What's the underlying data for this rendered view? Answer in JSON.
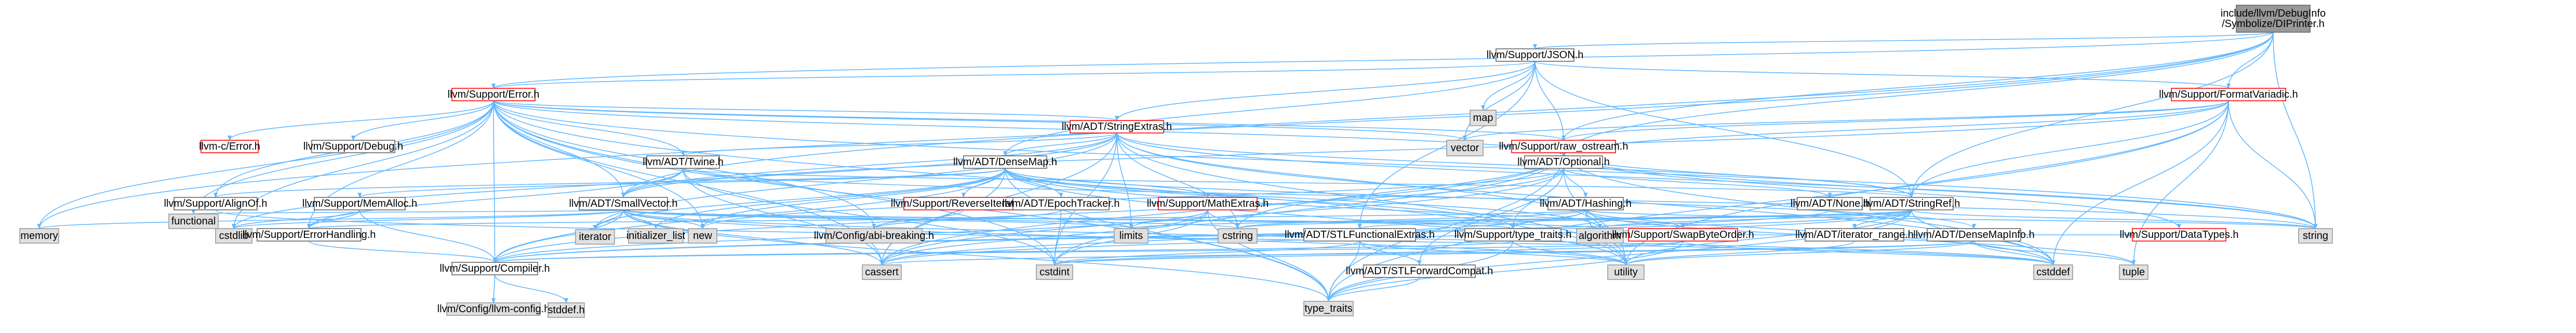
{
  "diagram": {
    "root": "include/llvm/DebugInfo/Symbolize/DIPrinter.h",
    "nodes": {
      "root": {
        "label": "include/llvm/DebugInfo\n/Symbolize/DIPrinter.h",
        "style": "root"
      },
      "json": {
        "label": "llvm/Support/JSON.h",
        "style": "internal"
      },
      "formatvariadic": {
        "label": "llvm/Support/FormatVariadic.h",
        "style": "partial"
      },
      "error": {
        "label": "llvm/Support/Error.h",
        "style": "partial"
      },
      "map": {
        "label": "map",
        "style": "system"
      },
      "vector": {
        "label": "vector",
        "style": "system"
      },
      "raw_ostream": {
        "label": "llvm/Support/raw_ostream.h",
        "style": "partial"
      },
      "stringextras": {
        "label": "llvm/ADT/StringExtras.h",
        "style": "partial"
      },
      "cerror": {
        "label": "llvm-c/Error.h",
        "style": "partial"
      },
      "debug": {
        "label": "llvm/Support/Debug.h",
        "style": "internal"
      },
      "twine": {
        "label": "llvm/ADT/Twine.h",
        "style": "internal"
      },
      "densemap": {
        "label": "llvm/ADT/DenseMap.h",
        "style": "internal"
      },
      "optional": {
        "label": "llvm/ADT/Optional.h",
        "style": "internal"
      },
      "aligno": {
        "label": "llvm/Support/AlignOf.h",
        "style": "internal"
      },
      "memalloc": {
        "label": "llvm/Support/MemAlloc.h",
        "style": "internal"
      },
      "smallvector": {
        "label": "llvm/ADT/SmallVector.h",
        "style": "internal"
      },
      "reverseiter": {
        "label": "llvm/Support/ReverseIteration.h",
        "style": "partial"
      },
      "epochtracker": {
        "label": "llvm/ADT/EpochTracker.h",
        "style": "internal"
      },
      "mathextras": {
        "label": "llvm/Support/MathExtras.h",
        "style": "partial"
      },
      "hashing": {
        "label": "llvm/ADT/Hashing.h",
        "style": "internal"
      },
      "none": {
        "label": "llvm/ADT/None.h",
        "style": "internal"
      },
      "stringref": {
        "label": "llvm/ADT/StringRef.h",
        "style": "internal"
      },
      "memory": {
        "label": "memory",
        "style": "system"
      },
      "functional": {
        "label": "functional",
        "style": "system"
      },
      "cstdlib": {
        "label": "cstdlib",
        "style": "system"
      },
      "errorhandling": {
        "label": "llvm/Support/ErrorHandling.h",
        "style": "internal"
      },
      "iterator": {
        "label": "iterator",
        "style": "system"
      },
      "initlist": {
        "label": "initializer_list",
        "style": "system"
      },
      "new": {
        "label": "new",
        "style": "system"
      },
      "abibreaking": {
        "label": "llvm/Config/abi-breaking.h",
        "style": "system"
      },
      "limits": {
        "label": "limits",
        "style": "system"
      },
      "cstring": {
        "label": "cstring",
        "style": "system"
      },
      "typetraits": {
        "label": "llvm/Support/type_traits.h",
        "style": "internal"
      },
      "stlfunctional": {
        "label": "llvm/ADT/STLFunctionalExtras.h",
        "style": "internal"
      },
      "algorithm": {
        "label": "algorithm",
        "style": "system"
      },
      "swapbyteorder": {
        "label": "llvm/Support/SwapByteOrder.h",
        "style": "partial"
      },
      "iterator_range": {
        "label": "llvm/ADT/iterator_range.h",
        "style": "internal"
      },
      "densemapinfo": {
        "label": "llvm/ADT/DenseMapInfo.h",
        "style": "internal"
      },
      "datatypes": {
        "label": "llvm/Support/DataTypes.h",
        "style": "partial"
      },
      "string": {
        "label": "string",
        "style": "system"
      },
      "compiler": {
        "label": "llvm/Support/Compiler.h",
        "style": "internal"
      },
      "cassert": {
        "label": "cassert",
        "style": "system"
      },
      "cstdint": {
        "label": "cstdint",
        "style": "system"
      },
      "stlforwardcompat": {
        "label": "llvm/ADT/STLForwardCompat.h",
        "style": "internal"
      },
      "utility": {
        "label": "utility",
        "style": "system"
      },
      "cstddef": {
        "label": "cstddef",
        "style": "system"
      },
      "tuple": {
        "label": "tuple",
        "style": "system"
      },
      "type_traits": {
        "label": "type_traits",
        "style": "system"
      },
      "llvmconfig": {
        "label": "llvm/Config/llvm-config.h",
        "style": "system"
      },
      "stddef": {
        "label": "stddef.h",
        "style": "system"
      }
    },
    "edges": [
      [
        "root",
        "json"
      ],
      [
        "root",
        "formatvariadic"
      ],
      [
        "root",
        "error"
      ],
      [
        "root",
        "raw_ostream"
      ],
      [
        "root",
        "smallvector"
      ],
      [
        "root",
        "optional"
      ],
      [
        "root",
        "stringref"
      ],
      [
        "root",
        "string"
      ],
      [
        "root",
        "memory"
      ],
      [
        "json",
        "map"
      ],
      [
        "json",
        "formatvariadic"
      ],
      [
        "json",
        "raw_ostream"
      ],
      [
        "json",
        "error"
      ],
      [
        "json",
        "densemap"
      ],
      [
        "json",
        "stringextras"
      ],
      [
        "json",
        "stlfunctional"
      ],
      [
        "json",
        "stringref"
      ],
      [
        "json",
        "vector"
      ],
      [
        "json",
        "cmath"
      ],
      [
        "formatvariadic",
        "vector"
      ],
      [
        "formatvariadic",
        "raw_ostream"
      ],
      [
        "formatvariadic",
        "optional"
      ],
      [
        "formatvariadic",
        "smallvector"
      ],
      [
        "formatvariadic",
        "stringref"
      ],
      [
        "formatvariadic",
        "string"
      ],
      [
        "formatvariadic",
        "tuple"
      ],
      [
        "formatvariadic",
        "utility"
      ],
      [
        "formatvariadic",
        "type_traits"
      ],
      [
        "formatvariadic",
        "cstddef"
      ],
      [
        "error",
        "cerror"
      ],
      [
        "error",
        "debug"
      ],
      [
        "error",
        "twine"
      ],
      [
        "error",
        "stringextras"
      ],
      [
        "error",
        "smallvector"
      ],
      [
        "error",
        "aligno"
      ],
      [
        "error",
        "compiler"
      ],
      [
        "error",
        "errorhandling"
      ],
      [
        "error",
        "raw_ostream"
      ],
      [
        "error",
        "abibreaking"
      ],
      [
        "error",
        "vector"
      ],
      [
        "error",
        "memory"
      ],
      [
        "error",
        "functional"
      ],
      [
        "error",
        "cstdlib"
      ],
      [
        "error",
        "cassert"
      ],
      [
        "error",
        "type_traits"
      ],
      [
        "error",
        "optional"
      ],
      [
        "error",
        "string"
      ],
      [
        "error",
        "utility"
      ],
      [
        "error",
        "cstdint"
      ],
      [
        "error",
        "new"
      ],
      [
        "raw_ostream",
        "optional"
      ],
      [
        "raw_ostream",
        "stringref"
      ],
      [
        "raw_ostream",
        "datatypes"
      ],
      [
        "raw_ostream",
        "cassert"
      ],
      [
        "raw_ostream",
        "cstddef"
      ],
      [
        "raw_ostream",
        "cstdint"
      ],
      [
        "raw_ostream",
        "cstring"
      ],
      [
        "raw_ostream",
        "string"
      ],
      [
        "raw_ostream",
        "type_traits"
      ],
      [
        "stringextras",
        "twine"
      ],
      [
        "stringextras",
        "smallvector"
      ],
      [
        "stringextras",
        "stringref"
      ],
      [
        "stringextras",
        "densemap"
      ],
      [
        "stringextras",
        "iterator"
      ],
      [
        "stringextras",
        "cassert"
      ],
      [
        "stringextras",
        "cstddef"
      ],
      [
        "stringextras",
        "cstdint"
      ],
      [
        "stringextras",
        "cstdlib"
      ],
      [
        "stringextras",
        "cstring"
      ],
      [
        "stringextras",
        "string"
      ],
      [
        "stringextras",
        "utility"
      ],
      [
        "stringextras",
        "limits"
      ],
      [
        "stringextras",
        "algorithm"
      ],
      [
        "twine",
        "smallvector"
      ],
      [
        "twine",
        "stringref"
      ],
      [
        "twine",
        "errorhandling"
      ],
      [
        "twine",
        "cassert"
      ],
      [
        "twine",
        "cstdint"
      ],
      [
        "twine",
        "string"
      ],
      [
        "densemap",
        "densemapinfo"
      ],
      [
        "densemap",
        "epochtracker"
      ],
      [
        "densemap",
        "aligno"
      ],
      [
        "densemap",
        "compiler"
      ],
      [
        "densemap",
        "mathextras"
      ],
      [
        "densemap",
        "memalloc"
      ],
      [
        "densemap",
        "reverseiter"
      ],
      [
        "densemap",
        "typetraits"
      ],
      [
        "densemap",
        "algorithm"
      ],
      [
        "densemap",
        "cassert"
      ],
      [
        "densemap",
        "cstddef"
      ],
      [
        "densemap",
        "initlist"
      ],
      [
        "densemap",
        "iterator"
      ],
      [
        "densemap",
        "new"
      ],
      [
        "densemap",
        "type_traits"
      ],
      [
        "densemap",
        "utility"
      ],
      [
        "optional",
        "hashing"
      ],
      [
        "optional",
        "none"
      ],
      [
        "optional",
        "stlforwardcompat"
      ],
      [
        "optional",
        "compiler"
      ],
      [
        "optional",
        "typetraits"
      ],
      [
        "optional",
        "cassert"
      ],
      [
        "optional",
        "new"
      ],
      [
        "optional",
        "utility"
      ],
      [
        "aligno",
        "cstddef"
      ],
      [
        "memalloc",
        "compiler"
      ],
      [
        "memalloc",
        "errorhandling"
      ],
      [
        "memalloc",
        "cstdlib"
      ],
      [
        "smallvector",
        "compiler"
      ],
      [
        "smallvector",
        "typetraits"
      ],
      [
        "smallvector",
        "algorithm"
      ],
      [
        "smallvector",
        "cassert"
      ],
      [
        "smallvector",
        "cstddef"
      ],
      [
        "smallvector",
        "cstdlib"
      ],
      [
        "smallvector",
        "cstring"
      ],
      [
        "smallvector",
        "functional"
      ],
      [
        "smallvector",
        "initlist"
      ],
      [
        "smallvector",
        "iterator"
      ],
      [
        "smallvector",
        "limits"
      ],
      [
        "smallvector",
        "memory"
      ],
      [
        "smallvector",
        "new"
      ],
      [
        "smallvector",
        "type_traits"
      ],
      [
        "smallvector",
        "utility"
      ],
      [
        "reverseiter",
        "abibreaking"
      ],
      [
        "epochtracker",
        "abibreaking"
      ],
      [
        "epochtracker",
        "cstdint"
      ],
      [
        "mathextras",
        "compiler"
      ],
      [
        "mathextras",
        "cassert"
      ],
      [
        "mathextras",
        "climits"
      ],
      [
        "mathextras",
        "cmath"
      ],
      [
        "mathextras",
        "cstdint"
      ],
      [
        "mathextras",
        "cstring"
      ],
      [
        "mathextras",
        "limits"
      ],
      [
        "mathextras",
        "type_traits"
      ],
      [
        "hashing",
        "errorhandling"
      ],
      [
        "hashing",
        "swapbyteorder"
      ],
      [
        "hashing",
        "typetraits"
      ],
      [
        "hashing",
        "algorithm"
      ],
      [
        "hashing",
        "cassert"
      ],
      [
        "hashing",
        "cstring"
      ],
      [
        "hashing",
        "string"
      ],
      [
        "hashing",
        "tuple"
      ],
      [
        "hashing",
        "utility"
      ],
      [
        "none",
        "compiler"
      ],
      [
        "stringref",
        "stlfunctional"
      ],
      [
        "stringref",
        "iterator_range"
      ],
      [
        "stringref",
        "compiler"
      ],
      [
        "stringref",
        "algorithm"
      ],
      [
        "stringref",
        "cassert"
      ],
      [
        "stringref",
        "cstddef"
      ],
      [
        "stringref",
        "cstring"
      ],
      [
        "stringref",
        "limits"
      ],
      [
        "stringref",
        "string"
      ],
      [
        "stringref",
        "type_traits"
      ],
      [
        "stringref",
        "utility"
      ],
      [
        "errorhandling",
        "compiler"
      ],
      [
        "typetraits",
        "compiler"
      ],
      [
        "typetraits",
        "type_traits"
      ],
      [
        "typetraits",
        "utility"
      ],
      [
        "stlfunctional",
        "stlforwardcompat"
      ],
      [
        "stlfunctional",
        "cstdint"
      ],
      [
        "stlfunctional",
        "type_traits"
      ],
      [
        "stlfunctional",
        "utility"
      ],
      [
        "swapbyteorder",
        "compiler"
      ],
      [
        "swapbyteorder",
        "datatypes"
      ],
      [
        "swapbyteorder",
        "cstddef"
      ],
      [
        "swapbyteorder",
        "cstdint"
      ],
      [
        "swapbyteorder",
        "type_traits"
      ],
      [
        "iterator_range",
        "utility"
      ],
      [
        "densemapinfo",
        "cassert"
      ],
      [
        "densemapinfo",
        "cstddef"
      ],
      [
        "densemapinfo",
        "cstdint"
      ],
      [
        "densemapinfo",
        "tuple"
      ],
      [
        "densemapinfo",
        "utility"
      ],
      [
        "compiler",
        "llvmconfig"
      ],
      [
        "compiler",
        "stddef"
      ],
      [
        "stlforwardcompat",
        "type_traits"
      ]
    ]
  }
}
